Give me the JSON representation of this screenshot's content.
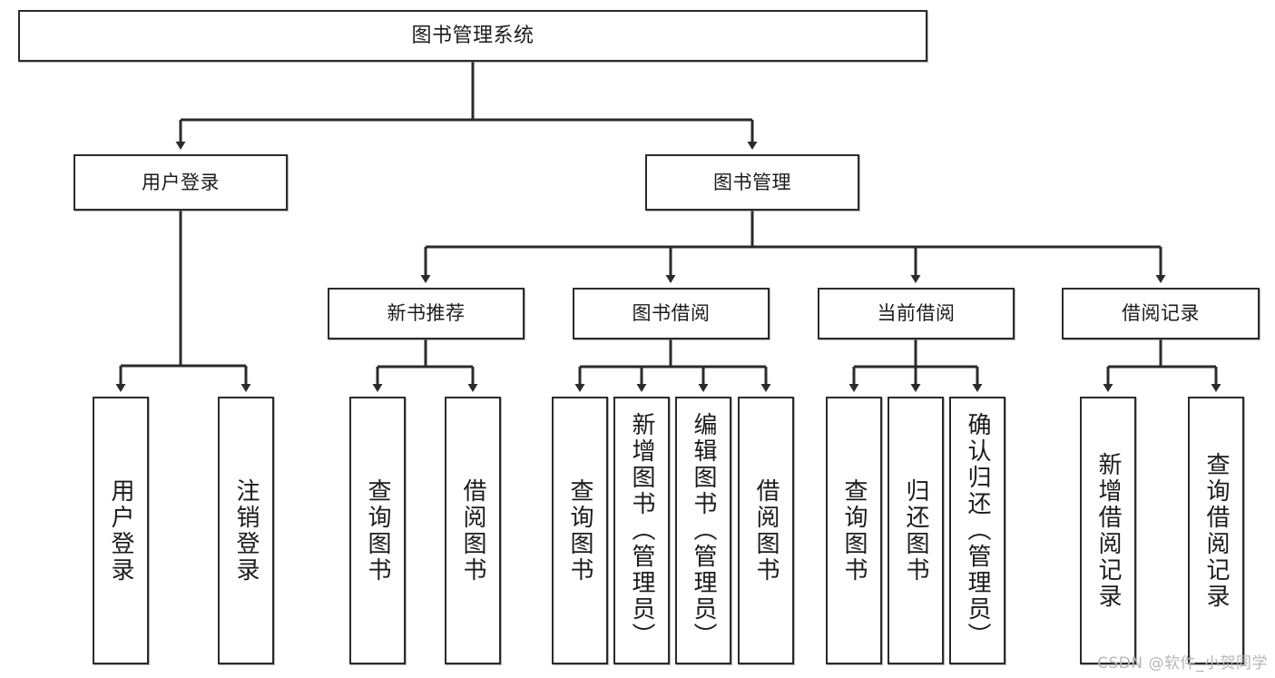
{
  "diagram": {
    "type": "tree",
    "title": "图书管理系统",
    "watermark": "CSDN @软件_小贺同学",
    "colors": {
      "box_border": "#2b2b2b",
      "box_fill": "#ffffff",
      "connector": "#2b2b2b",
      "text": "#1b1b1b",
      "watermark": "#b6b6b6"
    },
    "root": {
      "label": "图书管理系统",
      "orientation": "horizontal"
    },
    "level2": [
      {
        "label": "用户登录",
        "orientation": "horizontal"
      },
      {
        "label": "图书管理",
        "orientation": "horizontal"
      }
    ],
    "level3": [
      {
        "label": "新书推荐",
        "orientation": "horizontal",
        "parent": "图书管理"
      },
      {
        "label": "图书借阅",
        "orientation": "horizontal",
        "parent": "图书管理"
      },
      {
        "label": "当前借阅",
        "orientation": "horizontal",
        "parent": "图书管理"
      },
      {
        "label": "借阅记录",
        "orientation": "horizontal",
        "parent": "图书管理"
      }
    ],
    "leaves": {
      "user_login": [
        {
          "label": "用户登录",
          "orientation": "vertical"
        },
        {
          "label": "注销登录",
          "orientation": "vertical"
        }
      ],
      "new_book_recommend": [
        {
          "label": "查询图书",
          "orientation": "vertical"
        },
        {
          "label": "借阅图书",
          "orientation": "vertical"
        }
      ],
      "book_borrow": [
        {
          "label": "查询图书",
          "orientation": "vertical"
        },
        {
          "label": "新增图书（管理员）",
          "orientation": "vertical"
        },
        {
          "label": "编辑图书（管理员）",
          "orientation": "vertical"
        },
        {
          "label": "借阅图书",
          "orientation": "vertical"
        }
      ],
      "current_borrow": [
        {
          "label": "查询图书",
          "orientation": "vertical"
        },
        {
          "label": "归还图书",
          "orientation": "vertical"
        },
        {
          "label": "确认归还（管理员）",
          "orientation": "vertical"
        }
      ],
      "borrow_record": [
        {
          "label": "新增借阅记录",
          "orientation": "vertical"
        },
        {
          "label": "查询借阅记录",
          "orientation": "vertical"
        }
      ]
    }
  }
}
